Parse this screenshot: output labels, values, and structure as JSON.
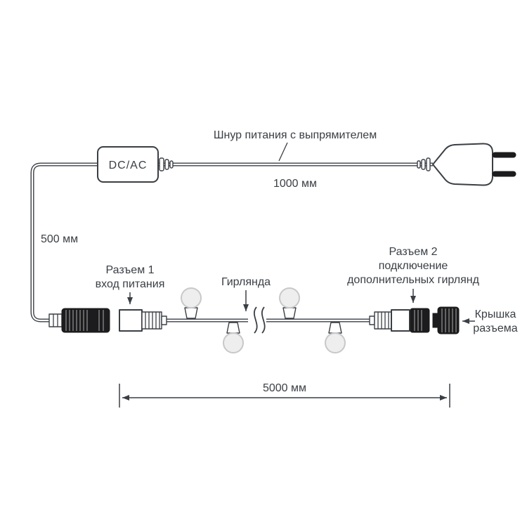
{
  "diagram": {
    "power_cord_label": "Шнур питания с выпрямителем",
    "power_cord_length": "1000 мм",
    "converter_label": "DC/AC",
    "input_cable_length": "500 мм",
    "connector1_label": [
      "Разъем 1",
      "вход питания"
    ],
    "garland_label": "Гирлянда",
    "connector2_label": [
      "Разъем 2",
      "подключение",
      "дополнительных гирлянд"
    ],
    "cap_label": [
      "Крышка",
      "разъема"
    ],
    "garland_length": "5000 мм"
  },
  "colors": {
    "ink": "#3a3f44",
    "paper": "#ffffff",
    "dark": "#1c1c1e",
    "knurl": "#777777",
    "bulb": "#eeeeee",
    "bulbstroke": "#c8c8c8"
  }
}
